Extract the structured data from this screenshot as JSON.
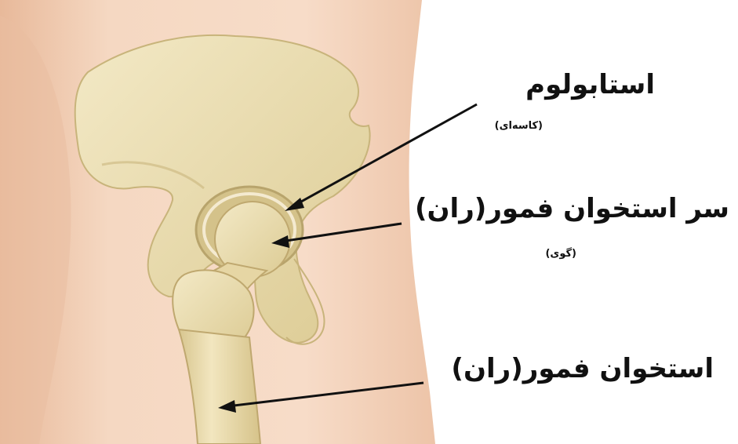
{
  "labels": {
    "acetabulum": "استابولوم",
    "acetabulum_note": "(کاسه‌ای)",
    "femoral_head": "سر استخوان فمور(ران)",
    "femoral_head_note": "(گوی)",
    "femur": "استخوان فمور(ران)"
  },
  "colors": {
    "skin": "#f3d4bc",
    "skin_shadow": "#e6b89a",
    "bone": "#efe3b8",
    "bone_shadow": "#cdbb83",
    "arrow": "#111111"
  }
}
